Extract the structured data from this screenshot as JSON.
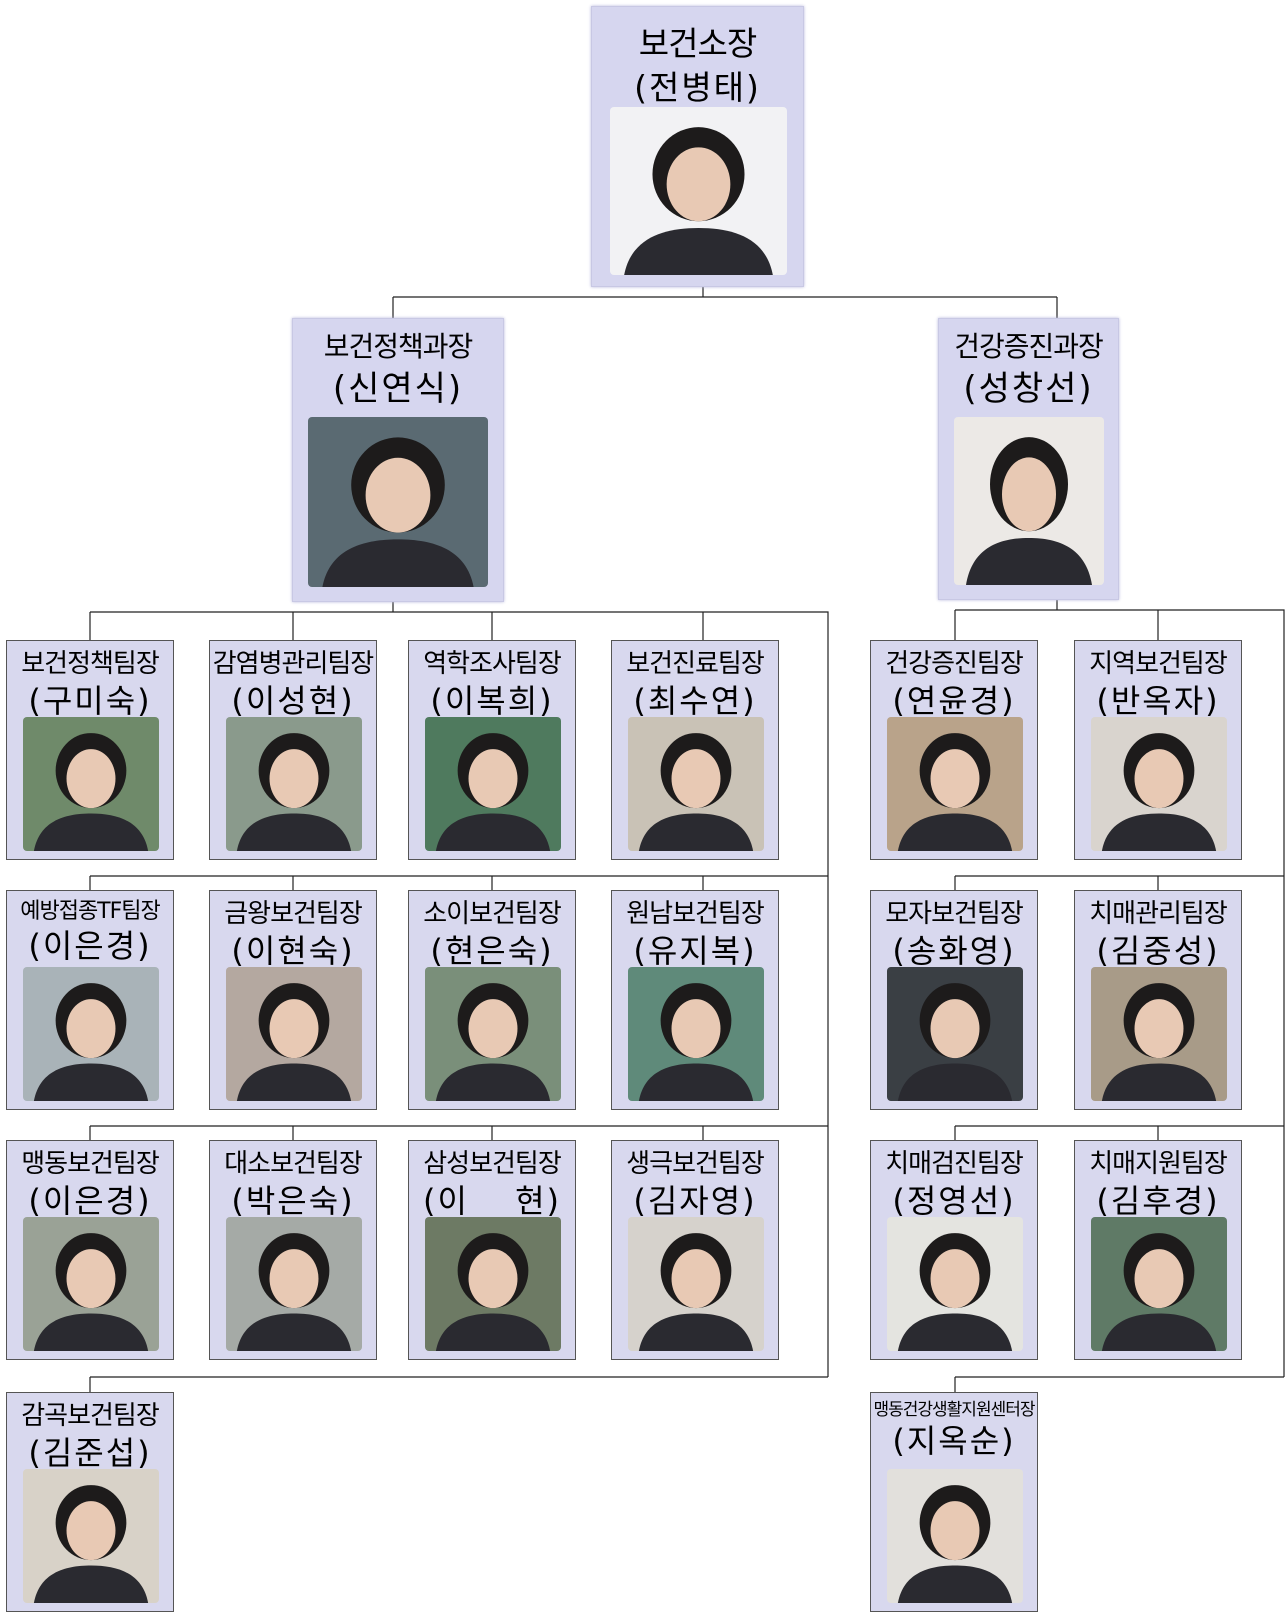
{
  "director": {
    "role": "보건소장",
    "name": "(전병태)"
  },
  "divisions": [
    {
      "role": "보건정책과장",
      "name": "(신연식)"
    },
    {
      "role": "건강증진과장",
      "name": "(성창선)"
    }
  ],
  "policy_teams": [
    {
      "role": "보건정책팀장",
      "name": "(구미숙)"
    },
    {
      "role": "감염병관리팀장",
      "name": "(이성현)"
    },
    {
      "role": "역학조사팀장",
      "name": "(이복희)"
    },
    {
      "role": "보건진료팀장",
      "name": "(최수연)"
    },
    {
      "role": "예방접종TF팀장",
      "name": "(이은경)"
    },
    {
      "role": "금왕보건팀장",
      "name": "(이현숙)"
    },
    {
      "role": "소이보건팀장",
      "name": "(현은숙)"
    },
    {
      "role": "원남보건팀장",
      "name": "(유지복)"
    },
    {
      "role": "맹동보건팀장",
      "name": "(이은경)"
    },
    {
      "role": "대소보건팀장",
      "name": "(박은숙)"
    },
    {
      "role": "삼성보건팀장",
      "name": "(이　 현)"
    },
    {
      "role": "생극보건팀장",
      "name": "(김자영)"
    },
    {
      "role": "감곡보건팀장",
      "name": "(김준섭)"
    }
  ],
  "promotion_teams": [
    {
      "role": "건강증진팀장",
      "name": "(연윤경)"
    },
    {
      "role": "지역보건팀장",
      "name": "(반옥자)"
    },
    {
      "role": "모자보건팀장",
      "name": "(송화영)"
    },
    {
      "role": "치매관리팀장",
      "name": "(김중성)"
    },
    {
      "role": "치매검진팀장",
      "name": "(정영선)"
    },
    {
      "role": "치매지원팀장",
      "name": "(김후경)"
    },
    {
      "role": "맹동건강생활지원센터장",
      "name": "(지옥순)"
    }
  ]
}
